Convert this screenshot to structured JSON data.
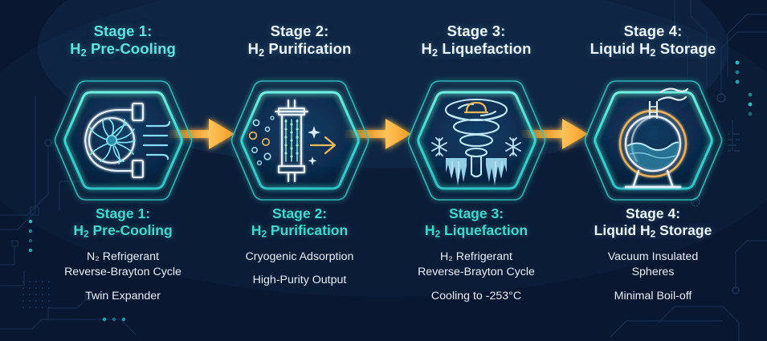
{
  "meta": {
    "kind": "process-flow-infographic",
    "background_color": "#0b1a34",
    "accent_teal": "#3fd9cf",
    "accent_cyan": "#5fe3e0",
    "accent_amber": "#f5a623",
    "text_white": "#eaf6ff"
  },
  "stages": [
    {
      "id": "stage-1",
      "top_title_line1": "Stage 1:",
      "top_title_line2_pre": "H",
      "top_title_line2_sub": "2",
      "top_title_line2_post": " Pre-Cooling",
      "top_title_color": "#5fe3e0",
      "icon_name": "turbine-compressor-icon",
      "caption_line1": "Stage 1:",
      "caption_line2_pre": "H",
      "caption_line2_sub": "2",
      "caption_line2_post": " Pre-Cooling",
      "caption_color": "#3fd9cf",
      "details": [
        {
          "lines": [
            "N₂ Refrigerant",
            "Reverse-Brayton Cycle"
          ]
        },
        {
          "lines": [
            "Twin Expander"
          ]
        }
      ]
    },
    {
      "id": "stage-2",
      "top_title_line1": "Stage 2:",
      "top_title_line2_pre": "H",
      "top_title_line2_sub": "2",
      "top_title_line2_post": " Purification",
      "top_title_color": "#eaf6ff",
      "icon_name": "adsorption-column-icon",
      "caption_line1": "Stage 2:",
      "caption_line2_pre": "H",
      "caption_line2_sub": "2",
      "caption_line2_post": " Purification",
      "caption_color": "#3fd9cf",
      "details": [
        {
          "lines": [
            "Cryogenic Adsorption"
          ]
        },
        {
          "lines": [
            "High-Purity Output"
          ]
        }
      ]
    },
    {
      "id": "stage-3",
      "top_title_line1": "Stage 3:",
      "top_title_line2_pre": "H",
      "top_title_line2_sub": "2",
      "top_title_line2_post": " Liquefaction",
      "top_title_color": "#eaf6ff",
      "icon_name": "cryogenic-cyclone-icon",
      "caption_line1": "Stage 3:",
      "caption_line2_pre": "H",
      "caption_line2_sub": "2",
      "caption_line2_post": " Liquefaction",
      "caption_color": "#3fd9cf",
      "details": [
        {
          "lines": [
            "H₂ Refrigerant",
            "Reverse-Brayton Cycle"
          ]
        },
        {
          "lines": [
            "Cooling to -253°C"
          ]
        }
      ]
    },
    {
      "id": "stage-4",
      "top_title_line1": "Stage 4:",
      "top_title_line2_pre": "Liquid H",
      "top_title_line2_sub": "2",
      "top_title_line2_post": " Storage",
      "top_title_color": "#eaf6ff",
      "icon_name": "spherical-storage-tank-icon",
      "caption_line1": "Stage 4:",
      "caption_line2_pre": "Liquid H",
      "caption_line2_sub": "2",
      "caption_line2_post": " Storage",
      "caption_color": "#eaf6ff",
      "details": [
        {
          "lines": [
            "Vacuum Insulated",
            "Spheres"
          ]
        },
        {
          "lines": [
            "Minimal Boil-off"
          ]
        }
      ]
    }
  ],
  "arrows": [
    {
      "id": "arrow-1-to-2",
      "name": "flow-arrow-icon",
      "color": "#f5a623"
    },
    {
      "id": "arrow-2-to-3",
      "name": "flow-arrow-icon",
      "color": "#f5a623"
    },
    {
      "id": "arrow-3-to-4",
      "name": "flow-arrow-icon",
      "color": "#f5a623"
    }
  ]
}
